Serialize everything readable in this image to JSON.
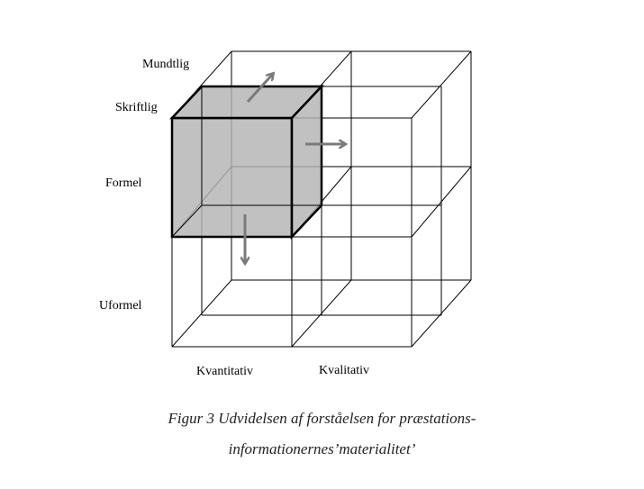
{
  "diagram": {
    "labels": {
      "mundtlig": "Mundtlig",
      "skriftlig": "Skriftlig",
      "formel": "Formel",
      "uformel": "Uformel",
      "kvantitativ": "Kvantitativ",
      "kvalitativ": "Kvalitativ"
    },
    "colors": {
      "line": "#000000",
      "highlight_fill": "#b3b3b3",
      "arrow": "#7a7a7a"
    }
  },
  "caption": {
    "line1": "Figur 3 Udvidelsen af forståelsen for præstations-",
    "line2": "informationernes’materialitet’"
  }
}
